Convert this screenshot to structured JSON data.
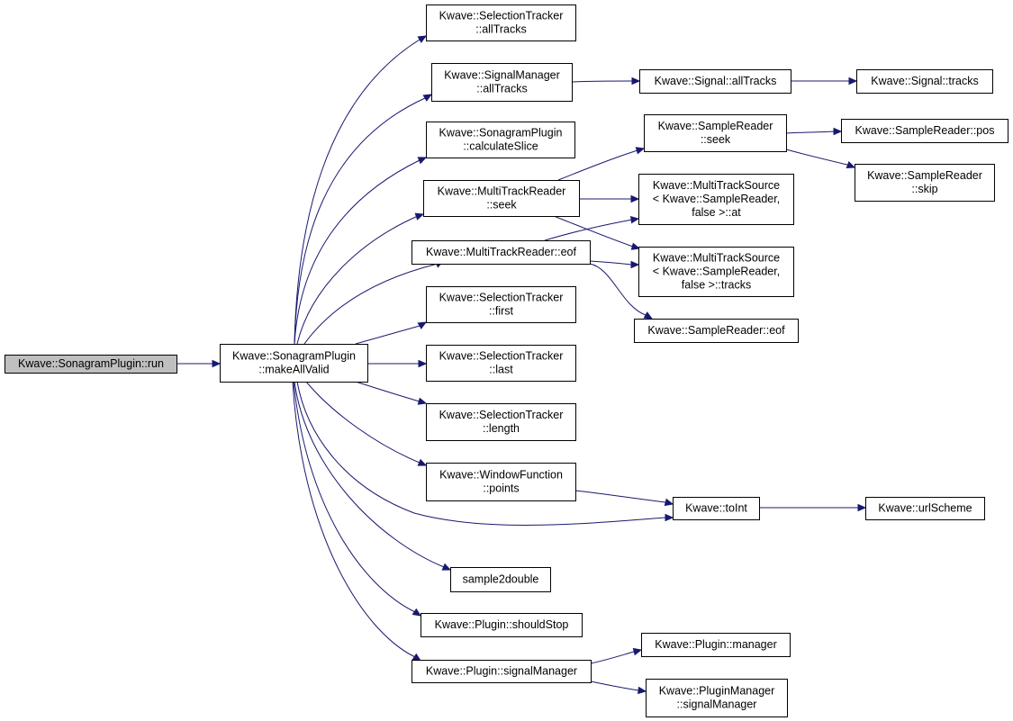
{
  "nodes": {
    "run": {
      "lines": [
        "Kwave::SonagramPlugin::run"
      ],
      "root": true
    },
    "makeAllValid": {
      "lines": [
        "Kwave::SonagramPlugin",
        "::makeAllValid"
      ]
    },
    "selAllTracks": {
      "lines": [
        "Kwave::SelectionTracker",
        "::allTracks"
      ]
    },
    "sigMgrAllTracks": {
      "lines": [
        "Kwave::SignalManager",
        "::allTracks"
      ]
    },
    "calcSlice": {
      "lines": [
        "Kwave::SonagramPlugin",
        "::calculateSlice"
      ]
    },
    "mtrSeek": {
      "lines": [
        "Kwave::MultiTrackReader",
        "::seek"
      ]
    },
    "mtrEof": {
      "lines": [
        "Kwave::MultiTrackReader::eof"
      ]
    },
    "selFirst": {
      "lines": [
        "Kwave::SelectionTracker",
        "::first"
      ]
    },
    "selLast": {
      "lines": [
        "Kwave::SelectionTracker",
        "::last"
      ]
    },
    "selLength": {
      "lines": [
        "Kwave::SelectionTracker",
        "::length"
      ]
    },
    "wfPoints": {
      "lines": [
        "Kwave::WindowFunction",
        "::points"
      ]
    },
    "s2d": {
      "lines": [
        "sample2double"
      ]
    },
    "shouldStop": {
      "lines": [
        "Kwave::Plugin::shouldStop"
      ]
    },
    "plugSigMgr": {
      "lines": [
        "Kwave::Plugin::signalManager"
      ]
    },
    "signalAllTracks": {
      "lines": [
        "Kwave::Signal::allTracks"
      ]
    },
    "signalTracks": {
      "lines": [
        "Kwave::Signal::tracks"
      ]
    },
    "srSeek": {
      "lines": [
        "Kwave::SampleReader",
        "::seek"
      ]
    },
    "srPos": {
      "lines": [
        "Kwave::SampleReader::pos"
      ]
    },
    "srSkip": {
      "lines": [
        "Kwave::SampleReader",
        "::skip"
      ]
    },
    "mtsAt": {
      "lines": [
        "Kwave::MultiTrackSource",
        "< Kwave::SampleReader,",
        "false >::at"
      ]
    },
    "mtsTracks": {
      "lines": [
        "Kwave::MultiTrackSource",
        "< Kwave::SampleReader,",
        "false >::tracks"
      ]
    },
    "srEof": {
      "lines": [
        "Kwave::SampleReader::eof"
      ]
    },
    "toInt": {
      "lines": [
        "Kwave::toInt"
      ]
    },
    "urlScheme": {
      "lines": [
        "Kwave::urlScheme"
      ]
    },
    "plugMgr": {
      "lines": [
        "Kwave::Plugin::manager"
      ]
    },
    "pmSigMgr": {
      "lines": [
        "Kwave::PluginManager",
        "::signalManager"
      ]
    }
  },
  "colors": {
    "edge": "#191970",
    "node_border": "#000000",
    "root_fill": "#bfbfbf",
    "node_fill": "#ffffff"
  }
}
